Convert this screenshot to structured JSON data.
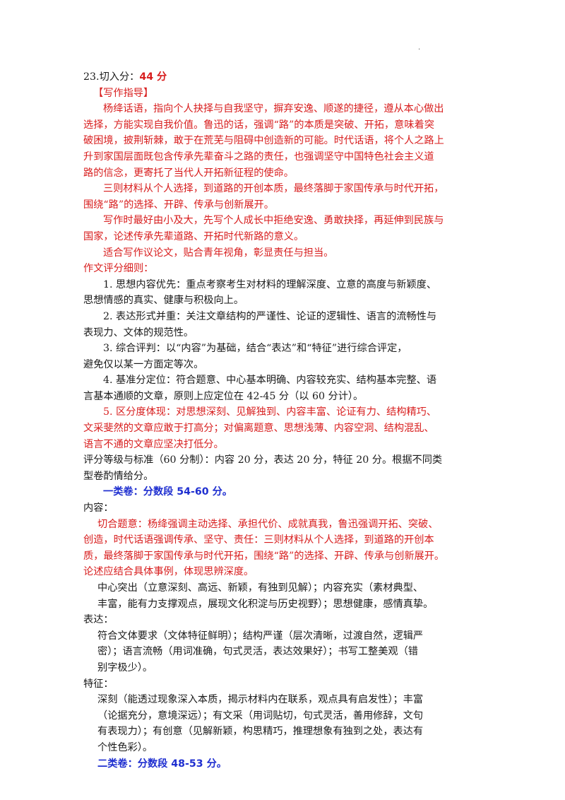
{
  "header_dot": ".",
  "footer_dot": ".",
  "q_number": "23.",
  "q_label": "切入分：",
  "q_score": "44 分",
  "guide_title": "【写作指导】",
  "guide_p1": [
    "杨绛话语，指向个人抉择与自我坚守，摒弃安逸、顺遂的捷径，遵从本心做出",
    "选择，方能实现自我价值。鲁迅的话，强调“路”的本质是突破、开拓，意味着突",
    "破困境，披荆斩棘，敢于在荒芜与阻碍中创造新的可能。时代话语，将个人之路上",
    "升到家国层面既包含传承先辈奋斗之路的责任，也强调坚守中国特色社会主义道",
    "路的信念，更寄托了当代人开拓新征程的使命。"
  ],
  "guide_p2": [
    "三则材料从个人选择，到道路的开创本质，最终落脚于家国传承与时代开拓，",
    "围绕“路”的选择、开辟、传承与创新展开。"
  ],
  "guide_p3": [
    "写作时最好由小及大，先写个人成长中拒绝安逸、勇敢抉择，再延伸到民族与",
    "国家，论述传承先辈道路、开拓时代新路的意义。"
  ],
  "guide_p4": "适合写作议论文，贴合青年视角，彰显责任与担当。",
  "rubric_title": "作文评分细则：",
  "rubric_1": [
    "1. 思想内容优先：重点考察考生对材料的理解深度、立意的高度与新颖度、",
    "思想情感的真实、健康与积极向上。"
  ],
  "rubric_2": [
    "2. 表达形式并重：关注文章结构的严谨性、论证的逻辑性、语言的流畅性与",
    "表现力、文体的规范性。"
  ],
  "rubric_3": [
    "3. 综合评判：以“内容”为基础，结合“表达”和“特征”进行综合评定，",
    "避免仅以某一方面定等次。"
  ],
  "rubric_4": [
    "4. 基准分定位：符合题意、中心基本明确、内容较充实、结构基本完整、语",
    "言基本通顺的文章，原则上应定位在 42-45 分（以 60 分计）。"
  ],
  "rubric_5": [
    "5. 区分度体现：对思想深刻、见解独到、内容丰富、论证有力、结构精巧、",
    "文采斐然的文章应敢于打高分；对偏离题意、思想浅薄、内容空洞、结构混乱、",
    "语言不通的文章应坚决打低分。"
  ],
  "grade_std": [
    "评分等级与标准（60 分制）：内容 20 分，表达 20 分，特征 20 分。根据不同类",
    "型卷酌情给分。"
  ],
  "tier1_title": "一类卷：分数段 54-60 分。",
  "content_label": "内容：",
  "content_red": [
    "切合题意：杨绛强调主动选择、承担代价、成就真我，鲁迅强调开拓、突破、",
    "创造，时代话语强调传承、坚守、责任：三则材料从个人选择，到道路的开创本",
    "质，最终落脚于家国传承与时代开拓，围绕“路”的选择、开辟、传承与创新展开。",
    "论述应结合具体事例，体现思辨深度。"
  ],
  "content_black": [
    "中心突出（立意深刻、高远、新颖，有独到见解）；内容充实（素材典型、",
    "丰富，能有力支撑观点，展现文化积淀与历史视野）；思想健康，感情真挚。"
  ],
  "expr_label": "表达：",
  "expr_lines": [
    "符合文体要求（文体特征鲜明）；结构严谨（层次清晰，过渡自然，逻辑严",
    "密）；语言流畅（用词准确，句式灵活，表达效果好）；书写工整美观（错",
    "别字极少）。"
  ],
  "feat_label": "特征：",
  "feat_lines": [
    "深刻（能透过现象深入本质，揭示材料内在联系，观点具有启发性）；丰富",
    "（论据充分，意境深远）；有文采（用词贴切，句式灵活，善用修辞，文句",
    "有表现力）；有创意（见解新颖，构思精巧，推理想象有独到之处，表达有",
    "个性色彩）。"
  ],
  "tier2_title": "二类卷：分数段 48-53 分。",
  "colors": {
    "red": "#d81e1e",
    "blue": "#1f2fd0",
    "text": "#1a1a1a"
  }
}
